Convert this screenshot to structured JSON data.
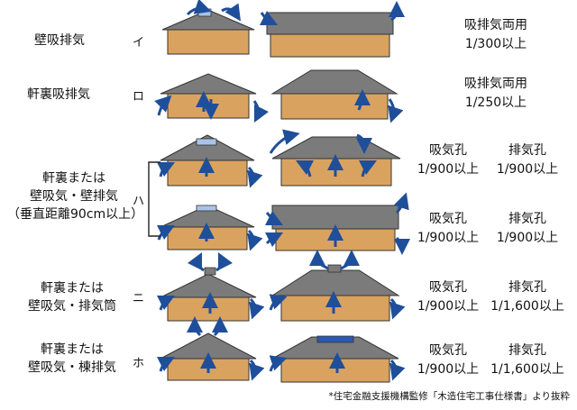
{
  "rows": [
    {
      "label": "壁吸排気",
      "code": "イ",
      "value_title": "吸排気両用",
      "value": "1/300以上"
    },
    {
      "label": "軒裏吸排気",
      "code": "ロ",
      "value_title": "吸排気両用",
      "value": "1/250以上"
    },
    {
      "label_lines": [
        "軒裏または",
        "壁吸気・壁排気",
        "（垂直距離90cm以上）"
      ],
      "code": "ハ",
      "pairs": [
        {
          "intake_title": "吸気孔",
          "intake": "1/900以上",
          "exhaust_title": "排気孔",
          "exhaust": "1/900以上"
        },
        {
          "intake_title": "吸気孔",
          "intake": "1/900以上",
          "exhaust_title": "排気孔",
          "exhaust": "1/900以上"
        }
      ]
    },
    {
      "label_lines": [
        "軒裏または",
        "壁吸気・排気筒"
      ],
      "code": "ニ",
      "intake_title": "吸気孔",
      "intake": "1/900以上",
      "exhaust_title": "排気孔",
      "exhaust": "1/1,600以上"
    },
    {
      "label_lines": [
        "軒裏または",
        "壁吸気・棟排気"
      ],
      "code": "ホ",
      "intake_title": "吸気孔",
      "intake": "1/900以上",
      "exhaust_title": "排気孔",
      "exhaust": "1/1,600以上"
    }
  ],
  "footnote": "*住宅金融支援機構監修「木造住宅工事仕様書」より抜粋",
  "colors": {
    "wall": "#d9a35f",
    "roof": "#7b7b7b",
    "arrow": "#1f4f9a",
    "vent": "#a9c4e8"
  }
}
